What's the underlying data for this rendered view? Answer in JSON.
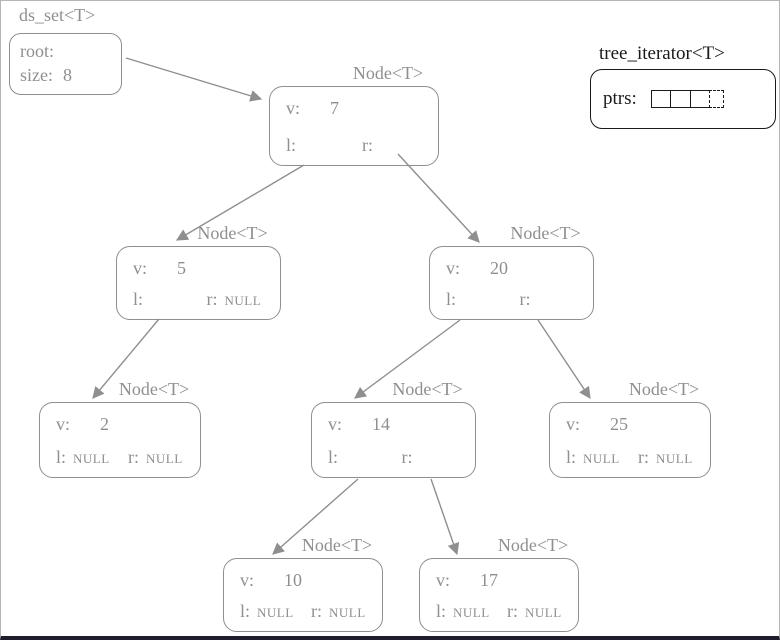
{
  "colors": {
    "diagram_gray": "#8f8f8f",
    "iterator_black": "#1a1a1a"
  },
  "set": {
    "title": "ds_set<T>",
    "root_label": "root:",
    "size_label": "size:",
    "size_value": "8"
  },
  "iterator": {
    "title": "tree_iterator<T>",
    "ptrs_label": "ptrs:"
  },
  "nodes": [
    {
      "title": "Node<T>",
      "v_label": "v:",
      "value": "7",
      "l_label": "l:",
      "l_value": "",
      "r_label": "r:",
      "r_value": ""
    },
    {
      "title": "Node<T>",
      "v_label": "v:",
      "value": "5",
      "l_label": "l:",
      "l_value": "",
      "r_label": "r:",
      "r_value": "NULL"
    },
    {
      "title": "Node<T>",
      "v_label": "v:",
      "value": "20",
      "l_label": "l:",
      "l_value": "",
      "r_label": "r:",
      "r_value": ""
    },
    {
      "title": "Node<T>",
      "v_label": "v:",
      "value": "2",
      "l_label": "l:",
      "l_value": "NULL",
      "r_label": "r:",
      "r_value": "NULL"
    },
    {
      "title": "Node<T>",
      "v_label": "v:",
      "value": "14",
      "l_label": "l:",
      "l_value": "",
      "r_label": "r:",
      "r_value": ""
    },
    {
      "title": "Node<T>",
      "v_label": "v:",
      "value": "25",
      "l_label": "l:",
      "l_value": "NULL",
      "r_label": "r:",
      "r_value": "NULL"
    },
    {
      "title": "Node<T>",
      "v_label": "v:",
      "value": "10",
      "l_label": "l:",
      "l_value": "NULL",
      "r_label": "r:",
      "r_value": "NULL"
    },
    {
      "title": "Node<T>",
      "v_label": "v:",
      "value": "17",
      "l_label": "l:",
      "l_value": "NULL",
      "r_label": "r:",
      "r_value": "NULL"
    }
  ]
}
